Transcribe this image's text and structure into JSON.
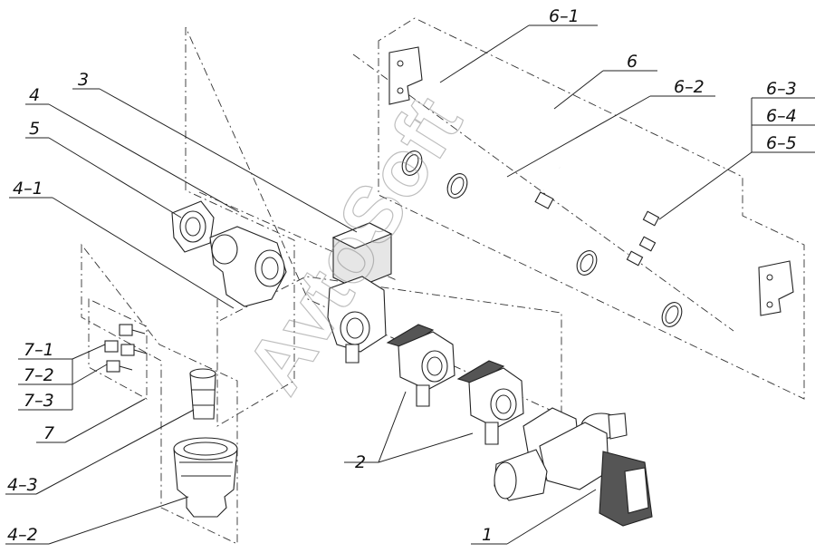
{
  "labels": {
    "l1": "1",
    "l2": "2",
    "l3": "3",
    "l4": "4",
    "l4_1": "4–1",
    "l4_2": "4–2",
    "l4_3": "4–3",
    "l5": "5",
    "l6": "6",
    "l6_1": "6–1",
    "l6_2": "6–2",
    "l6_3": "6–3",
    "l6_4": "6–4",
    "l6_5": "6–5",
    "l7": "7",
    "l7_1": "7–1",
    "l7_2": "7–2",
    "l7_3": "7–3"
  },
  "watermark": "AvtoSoft"
}
